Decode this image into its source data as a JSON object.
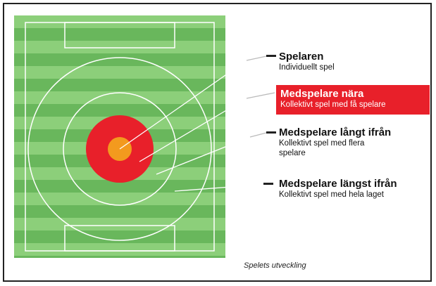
{
  "labels": [
    {
      "title": "Spelaren",
      "subtitle": "Individuellt spel"
    },
    {
      "title": "Medspelare nära",
      "subtitle": "Kollektivt spel med få spelare"
    },
    {
      "title": "Medspelare långt ifrån",
      "subtitle_line1": "Kollektivt spel med flera",
      "subtitle_line2": "spelare"
    },
    {
      "title": "Medspelare längst ifrån",
      "subtitle": "Kollektivt spel med hela laget"
    }
  ],
  "caption": "Spelets utveckling",
  "colors": {
    "grass_light": "#8ccf7a",
    "grass_dark": "#69b75c",
    "highlight_red": "#e8202a",
    "player_orange": "#f39a1e"
  }
}
